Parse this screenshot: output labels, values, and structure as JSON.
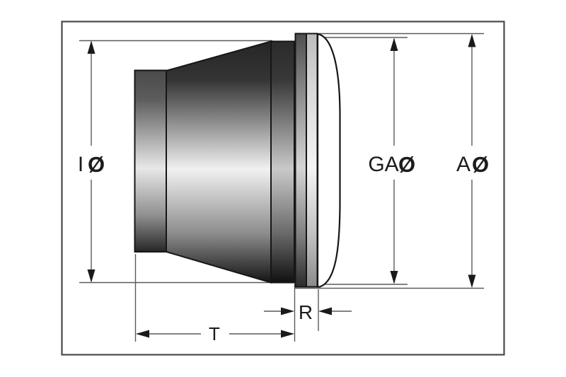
{
  "figure": {
    "description": "Technical side-view dimension drawing of a round headlight insert with conical housing, rim and curved lens",
    "colors": {
      "background": "#ffffff",
      "frame_line": "#4a4a4a",
      "dimension_line": "#5a5a5a",
      "part_outline": "#161616",
      "arrow_fill": "#1a1a1a",
      "label_color": "#1c1c1c",
      "lens_fill": "#ffffff"
    },
    "labels": {
      "i": {
        "text": "I",
        "symbol": "Ø"
      },
      "ga": {
        "text": "GA",
        "symbol": "Ø"
      },
      "a": {
        "text": "A",
        "symbol": "Ø"
      },
      "t": {
        "text": "T"
      },
      "r": {
        "text": "R"
      }
    }
  }
}
